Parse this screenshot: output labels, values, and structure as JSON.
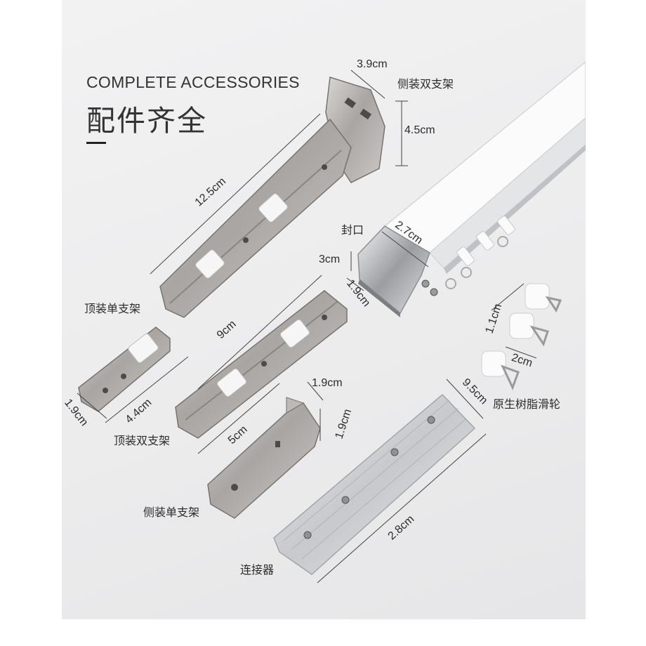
{
  "heading": {
    "english": "COMPLETE ACCESSORIES",
    "chinese": "配件齐全"
  },
  "parts": {
    "side_double_bracket": "侧装双支架",
    "end_cap": "封口",
    "top_single_bracket": "顶装单支架",
    "top_double_bracket": "顶装双支架",
    "side_single_bracket": "侧装单支架",
    "connector": "连接器",
    "resin_pulley": "原生树脂滑轮"
  },
  "dimensions": {
    "side_double_width": "3.9cm",
    "side_double_height": "4.5cm",
    "side_double_length": "12.5cm",
    "end_cap_width": "2.7cm",
    "end_cap_height": "3cm",
    "top_double_depth": "1.9cm",
    "top_double_length": "9cm",
    "top_single_depth": "1.9cm",
    "top_single_length": "4.4cm",
    "side_single_depth_a": "1.9cm",
    "side_single_depth_b": "1.9cm",
    "side_single_length": "5cm",
    "pulley_height": "1.1cm",
    "pulley_width": "2cm",
    "connector_width": "9.5cm",
    "connector_length": "2.8cm"
  },
  "colors": {
    "background": "#ececed",
    "text": "#2c2c2c",
    "metal": "#a9a6a4",
    "track": "#f7f7f8"
  }
}
